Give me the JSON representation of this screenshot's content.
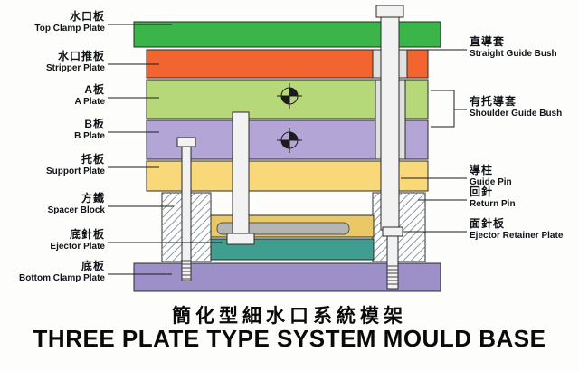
{
  "title": {
    "zh": "簡化型細水口系統模架",
    "en": "THREE PLATE TYPE SYSTEM MOULD BASE"
  },
  "left_labels": [
    {
      "zh": "水口板",
      "en": "Top Clamp Plate"
    },
    {
      "zh": "水口推板",
      "en": "Stripper Plate"
    },
    {
      "zh": "A板",
      "en": "A Plate"
    },
    {
      "zh": "B板",
      "en": "B Plate"
    },
    {
      "zh": "托板",
      "en": "Support Plate"
    },
    {
      "zh": "方鐵",
      "en": "Spacer Block"
    },
    {
      "zh": "底針板",
      "en": "Ejector Plate"
    },
    {
      "zh": "底板",
      "en": "Bottom Clamp Plate"
    }
  ],
  "right_labels": [
    {
      "zh": "直導套",
      "en": "Straight Guide Bush"
    },
    {
      "zh": "有托導套",
      "en": "Shoulder Guide Bush"
    },
    {
      "zh": "導柱",
      "en": "Guide Pin"
    },
    {
      "zh": "回針",
      "en": "Return Pin"
    },
    {
      "zh": "面針板",
      "en": "Ejector Retainer Plate"
    }
  ],
  "colors": {
    "top_clamp_plate": "#3bb54a",
    "stripper_plate": "#f26531",
    "a_plate": "#b7d878",
    "b_plate": "#b3a5d6",
    "support_plate": "#f8d878",
    "ejector_retainer_plate": "#e9c865",
    "ejector_plate": "#3f9e8f",
    "bottom_clamp_plate": "#9d8fc7",
    "metal_light": "#f2f2f2",
    "bush_gray": "#e0e0e0",
    "line": "#222222"
  }
}
